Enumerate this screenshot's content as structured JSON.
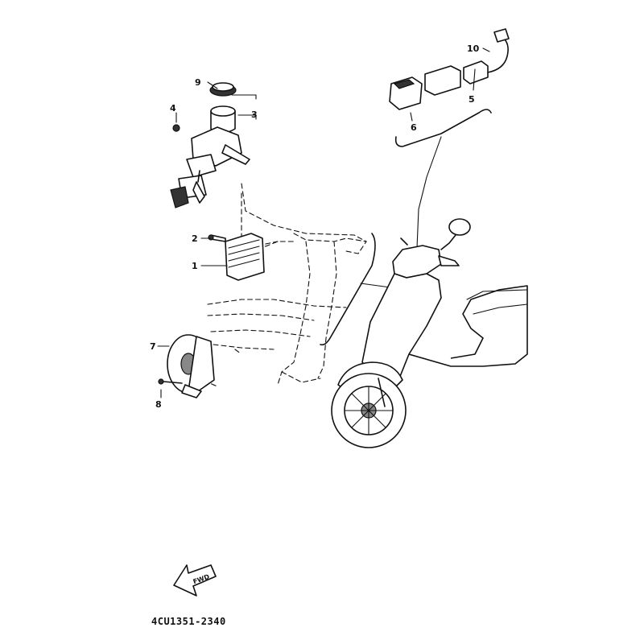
{
  "diagram": {
    "part_number": "4CU1351-2340",
    "fwd_label": "FWD",
    "callouts": {
      "c1": "1",
      "c2": "2",
      "c3": "3",
      "c4": "4",
      "c5": "5",
      "c6": "6",
      "c7": "7",
      "c8": "8",
      "c9": "9",
      "c10": "10"
    }
  }
}
